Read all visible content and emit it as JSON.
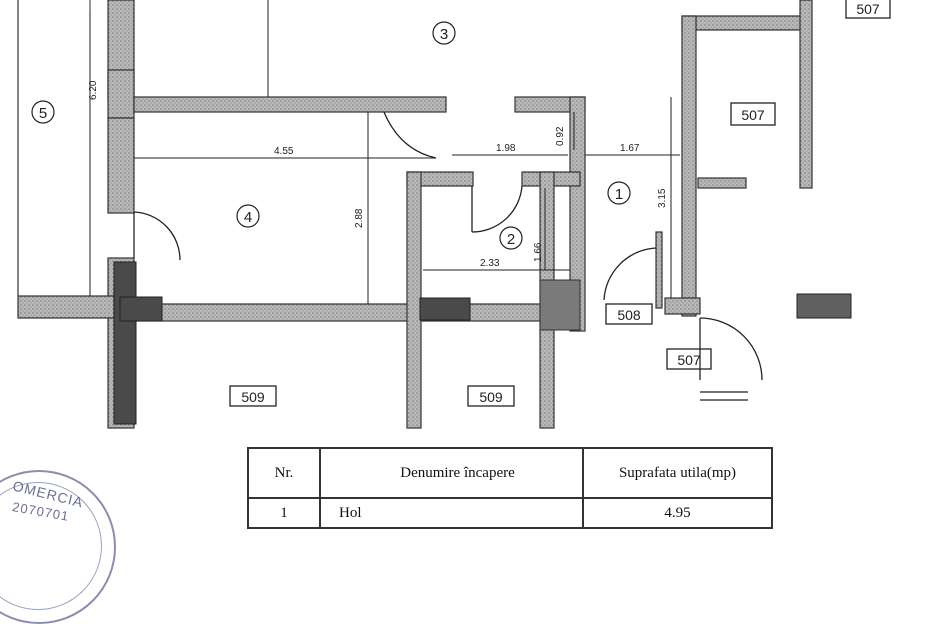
{
  "rooms": {
    "r1": "1",
    "r2": "2",
    "r3": "3",
    "r4": "4",
    "r5": "5"
  },
  "unit_labels": {
    "u507_top": "507",
    "u507_right": "507",
    "u507_door": "507",
    "u508": "508",
    "u509_left": "509",
    "u509_mid": "509"
  },
  "dimensions": {
    "d_620": "6.20",
    "d_455": "4.55",
    "d_198": "1.98",
    "d_092": "0.92",
    "d_167": "1.67",
    "d_315": "3.15",
    "d_288": "2.88",
    "d_166": "1.66",
    "d_233": "2.33"
  },
  "table": {
    "headers": [
      "Nr.",
      "Denumire încapere",
      "Suprafata utila(mp)"
    ],
    "rows": [
      {
        "nr": "1",
        "name": "Hol",
        "area": "4.95"
      }
    ]
  },
  "stamp": {
    "line1": "OMERCIA",
    "line2": "2070701"
  },
  "colors": {
    "wall": "#9a9a9a",
    "wall_dark": "#444444",
    "line": "#222222"
  }
}
